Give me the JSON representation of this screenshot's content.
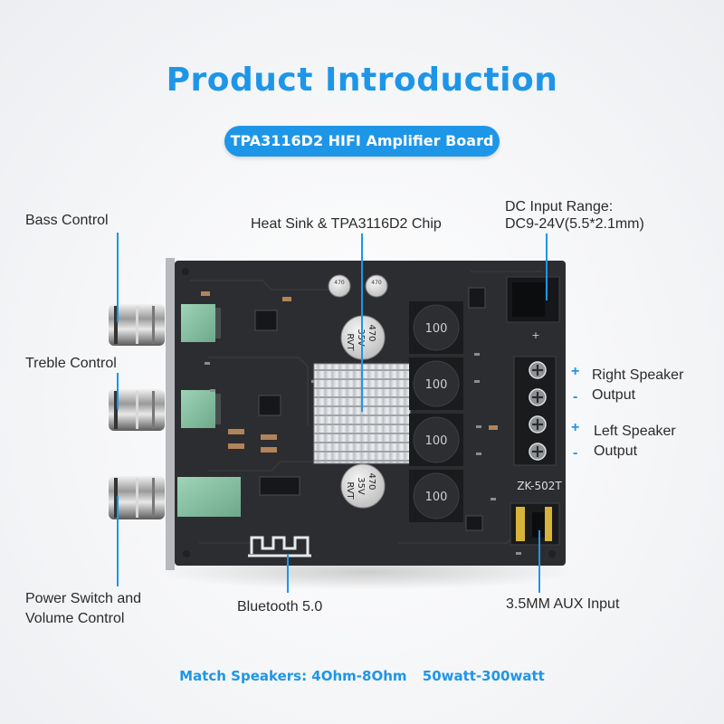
{
  "title": "Product Introduction",
  "badge": "TPA3116D2 HIFI Amplifier Board",
  "labels": {
    "bass": "Bass Control",
    "treble": "Treble Control",
    "power_line1": "Power Switch and",
    "power_line2": "Volume Control",
    "heatsink": "Heat Sink & TPA3116D2 Chip",
    "dc_line1": "DC Input Range:",
    "dc_line2": "DC9-24V(5.5*2.1mm)",
    "right_line1": "Right Speaker",
    "right_line2": "Output",
    "left_line1": "Left Speaker",
    "left_line2": "Output",
    "bluetooth": "Bluetooth 5.0",
    "aux": "3.5MM AUX Input"
  },
  "board": {
    "model": "ZK-502T",
    "inductor_label": "100",
    "cap_label_top": "470",
    "cap_label_mid": "35V",
    "cap_label_bot": "RVT",
    "plus": "+",
    "minus": "-"
  },
  "footer": {
    "speakers": "Match Speakers: 4Ohm-8Ohm",
    "power": "50watt-300watt"
  },
  "colors": {
    "accent": "#1e96e8",
    "board": "#2b2d30",
    "label_text": "#2b2b2b"
  }
}
